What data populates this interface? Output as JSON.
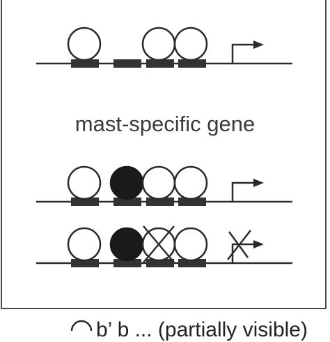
{
  "caption": "mast-specific gene",
  "legend": {
    "label": "b’ b    ... (partially visible) "
  },
  "colors": {
    "line": "#2a2a2a",
    "open_circle_fill": "#ffffff",
    "filled_circle": "#1a1a1a",
    "frame": "#4a4a4a"
  },
  "rows": [
    {
      "circles": [
        "open",
        "none",
        "open",
        "open"
      ],
      "arrow": "active"
    },
    {
      "circles": [
        "open",
        "filled",
        "open",
        "open"
      ],
      "arrow": "active"
    },
    {
      "circles": [
        "open",
        "filled",
        "crossed",
        "open"
      ],
      "arrow": "blocked"
    }
  ]
}
